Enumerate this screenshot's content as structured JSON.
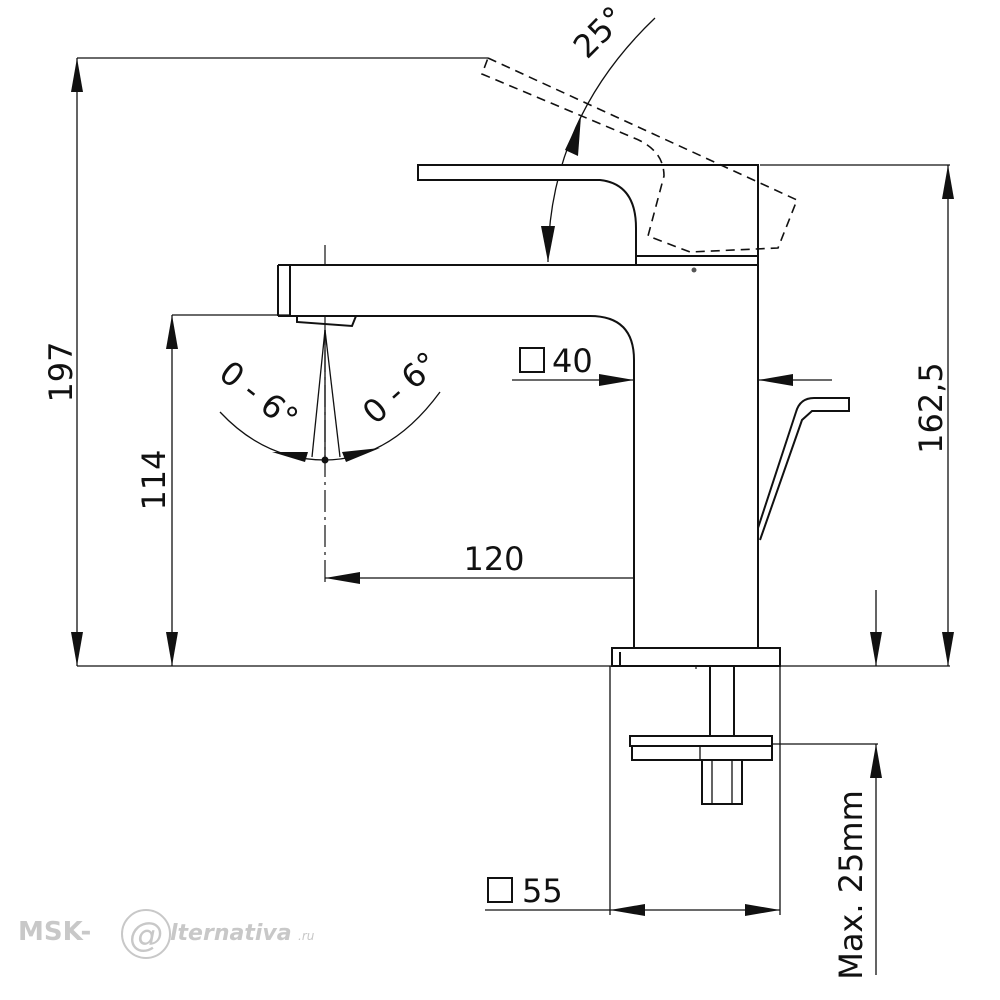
{
  "dimensions": {
    "total_height": "197",
    "spout_height": "114",
    "body_height": "162,5",
    "spout_reach": "120",
    "body_square": "40",
    "base_square": "55",
    "max_thickness": "Max. 25mm",
    "lever_angle": "25°",
    "tilt_left": "0 - 6°",
    "tilt_right": "0 - 6°"
  },
  "watermark": {
    "prefix": "MSK-",
    "at": "@",
    "suffix": "lternativa",
    "tld": ".ru",
    "color": "#c8c8c8"
  }
}
